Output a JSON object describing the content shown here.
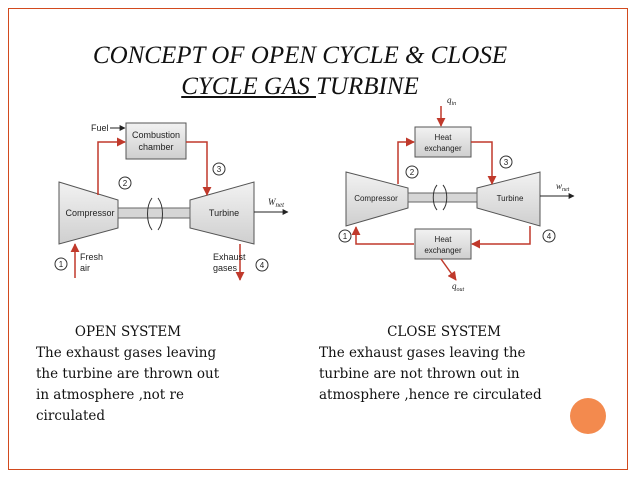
{
  "title": {
    "line1": "CONCEPT OF OPEN CYCLE & CLOSE",
    "line2_underlined": "CYCLE GAS ",
    "line2_rest": "TURBINE"
  },
  "open_cycle": {
    "fuel": "Fuel",
    "combustion_1": "Combustion",
    "combustion_2": "chamber",
    "compressor": "Compressor",
    "turbine": "Turbine",
    "wnet": "W",
    "wnet_sub": "net",
    "fresh_1": "Fresh",
    "fresh_2": "air",
    "exhaust_1": "Exhaust",
    "exhaust_2": "gases",
    "s1": "1",
    "s2": "2",
    "s3": "3",
    "s4": "4"
  },
  "close_cycle": {
    "qin": "q",
    "qin_sub": "in",
    "hx_top_1": "Heat",
    "hx_top_2": "exchanger",
    "compressor": "Compressor",
    "turbine": "Turbine",
    "wnet": "w",
    "wnet_sub": "net",
    "hx_bot_1": "Heat",
    "hx_bot_2": "exchanger",
    "qout": "q",
    "qout_sub": "out",
    "s1": "1",
    "s2": "2",
    "s3": "3",
    "s4": "4"
  },
  "open_caption": {
    "heading": "OPEN SYSTEM",
    "lines": [
      "The exhaust gases leaving",
      "the turbine are thrown out",
      "in atmosphere ,not re",
      "circulated"
    ]
  },
  "close_caption": {
    "heading": "CLOSE SYSTEM",
    "lines": [
      "The exhaust gases leaving the",
      "turbine are not thrown out  in",
      "atmosphere ,hence re circulated"
    ]
  },
  "colors": {
    "frame": "#d24a1e",
    "accent_dot": "#f38a4e",
    "flow": "#c0392b",
    "machine_fill": "#e6e6e6"
  }
}
